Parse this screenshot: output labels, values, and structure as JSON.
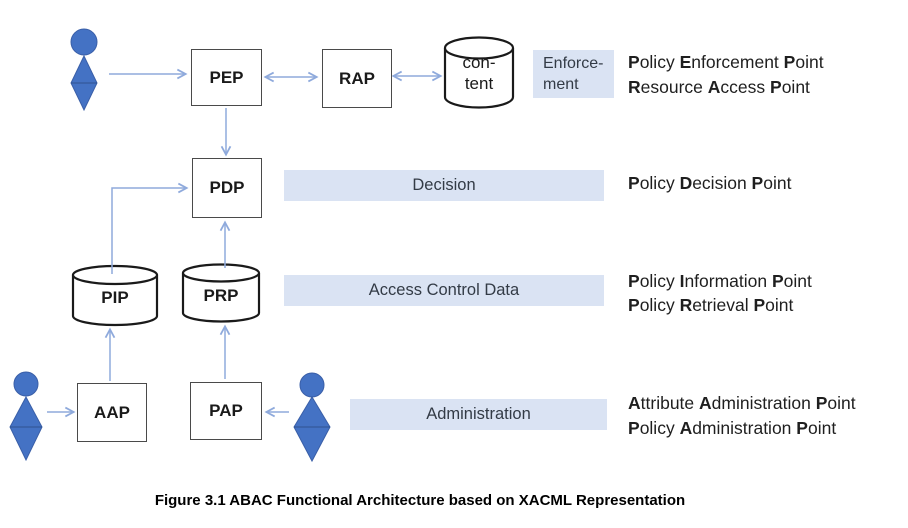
{
  "colors": {
    "band_fill": "#dae3f3",
    "arrow_blue": "#8faadc",
    "actor_fill": "#4472c4",
    "actor_stroke": "#3a5fa8",
    "box_border": "#4a4a4a",
    "cylinder_stroke": "#1a1a1a",
    "text": "#1f1f1f"
  },
  "nodes": {
    "pep": {
      "label": "PEP"
    },
    "rap": {
      "label": "RAP"
    },
    "content": {
      "label": "con-\ntent"
    },
    "pdp": {
      "label": "PDP"
    },
    "pip": {
      "label": "PIP"
    },
    "prp": {
      "label": "PRP"
    },
    "aap": {
      "label": "AAP"
    },
    "pap": {
      "label": "PAP"
    }
  },
  "bands": {
    "enforcement": {
      "label": "Enforce-\nment"
    },
    "decision": {
      "label": "Decision"
    },
    "access_control_data": {
      "label": "Access Control Data"
    },
    "administration": {
      "label": "Administration"
    }
  },
  "legend": {
    "enforcement": {
      "line1": "Policy Enforcement Point",
      "line2": "Resource Access Point"
    },
    "decision": {
      "line1": "Policy Decision Point"
    },
    "access_control_data": {
      "line1": "Policy Information Point",
      "line2": "Policy Retrieval Point"
    },
    "administration": {
      "line1": "Attribute Administration Point",
      "line2": "Policy Administration Point"
    }
  },
  "caption": "Figure 3.1 ABAC Functional Architecture based on XACML Representation"
}
